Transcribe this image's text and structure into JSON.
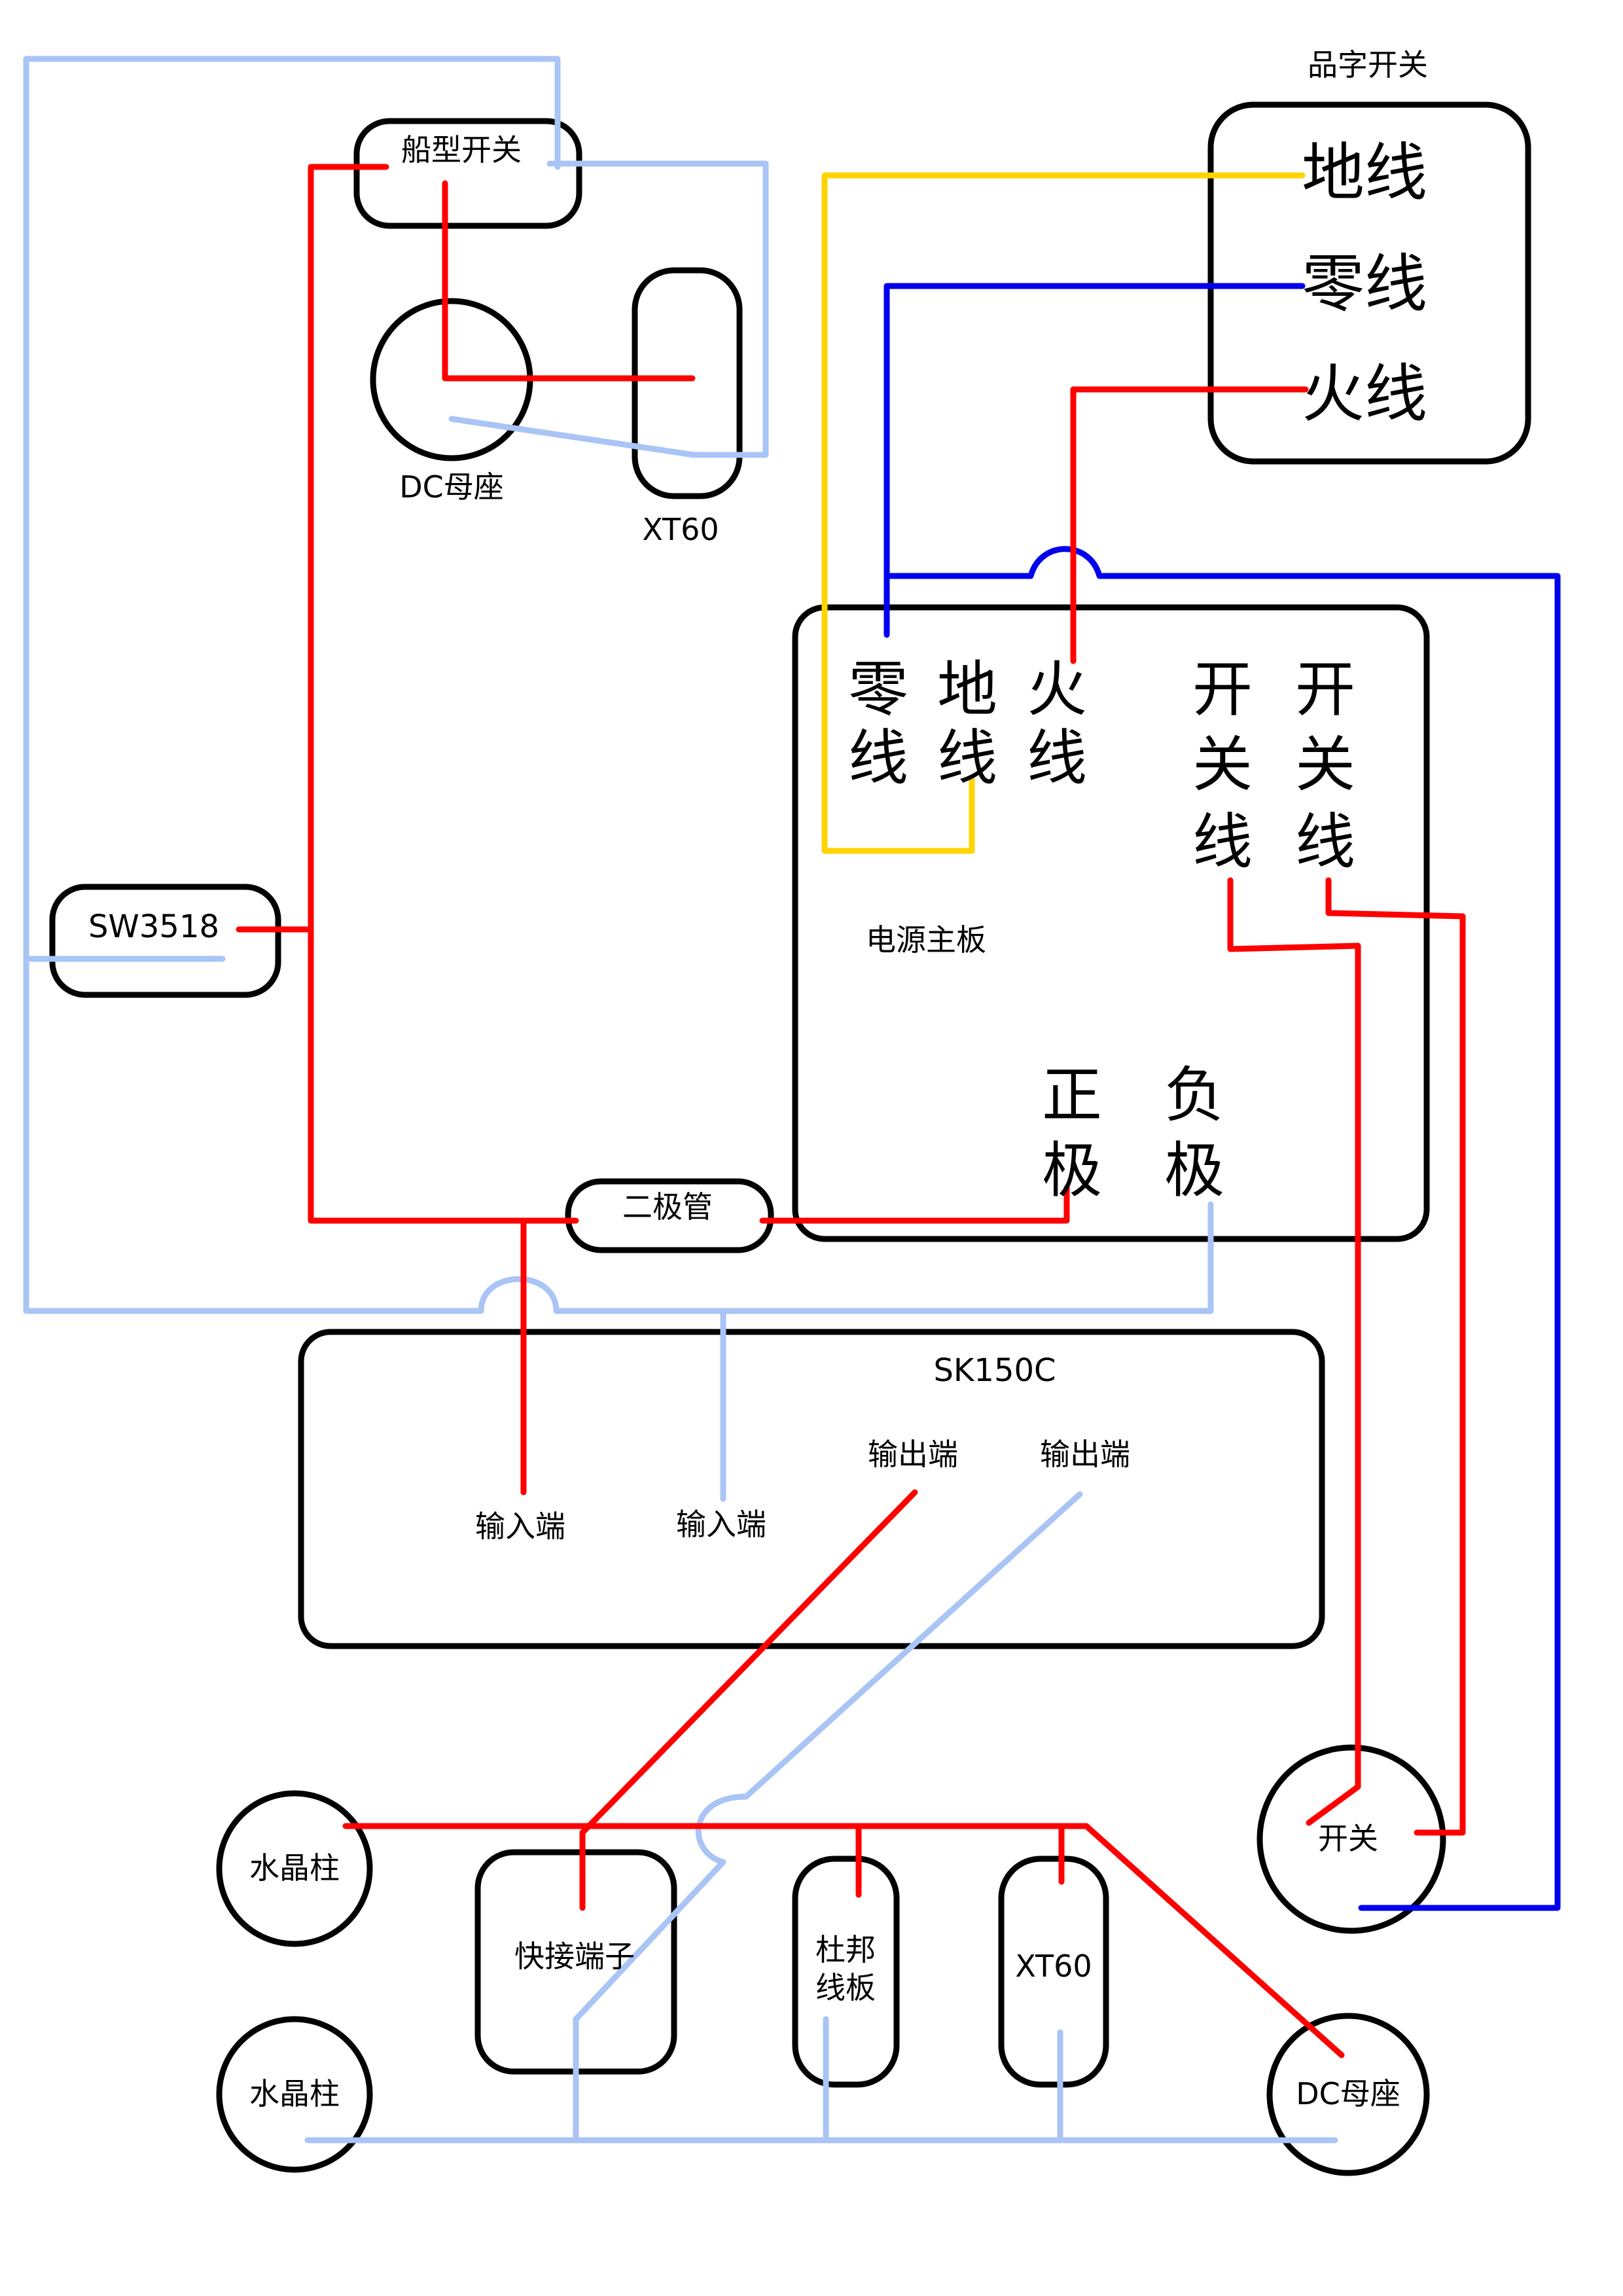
{
  "colors": {
    "live": "#ff0000",
    "neutral": "#0000ee",
    "earth": "#ffd400",
    "negative": "#a9c4f5",
    "outline": "#000000"
  },
  "labels": {
    "boat_switch": "船型开关",
    "dc_jack_top": "DC母座",
    "xt60_top": "XT60",
    "pin_switch_title": "品字开关",
    "pin_earth": "地线",
    "pin_neutral": "零线",
    "pin_live": "火线",
    "sw3518": "SW3518",
    "psu_neutral_1": "零",
    "psu_neutral_2": "线",
    "psu_earth_1": "地",
    "psu_earth_2": "线",
    "psu_live_1": "火",
    "psu_live_2": "线",
    "psu_sw1_1": "开",
    "psu_sw1_2": "关",
    "psu_sw1_3": "线",
    "psu_sw2_1": "开",
    "psu_sw2_2": "关",
    "psu_sw2_3": "线",
    "psu_title": "电源主板",
    "psu_pos_1": "正",
    "psu_pos_2": "极",
    "psu_neg_1": "负",
    "psu_neg_2": "极",
    "diode": "二极管",
    "sk150c": "SK150C",
    "sk_in_pos": "输入端",
    "sk_in_neg": "输入端",
    "sk_out_pos": "输出端",
    "sk_out_neg": "输出端",
    "crystal_1": "水晶柱",
    "crystal_2": "水晶柱",
    "quick_terminal": "快接端子",
    "dupont_1": "杜邦",
    "dupont_2": "线板",
    "xt60_bottom": "XT60",
    "dc_jack_bottom": "DC母座",
    "switch_bottom": "开关"
  }
}
